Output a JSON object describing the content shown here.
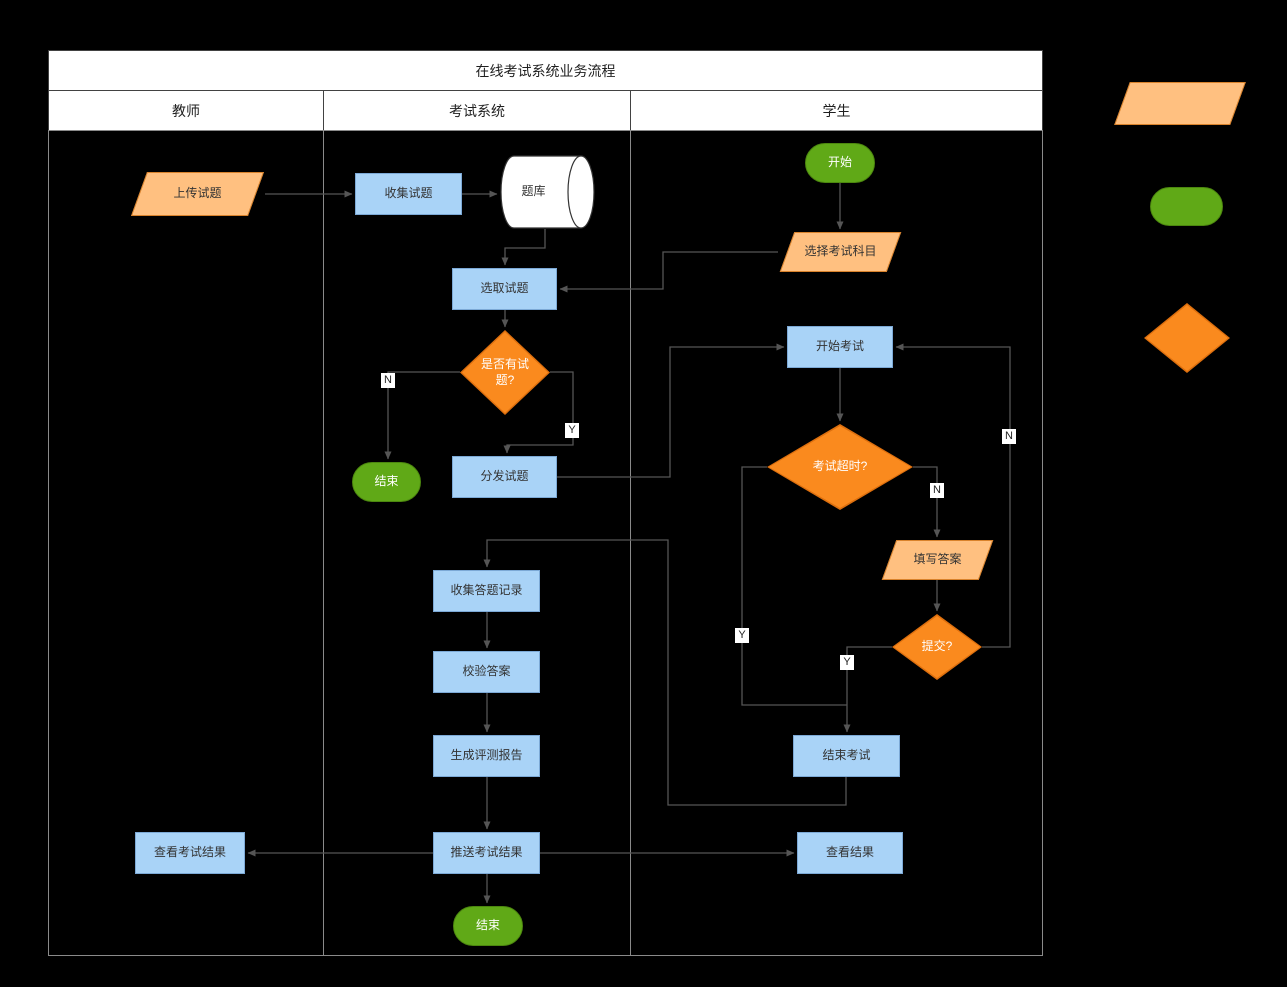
{
  "title": "在线考试系统业务流程",
  "lanes": [
    {
      "label": "教师"
    },
    {
      "label": "考试系统"
    },
    {
      "label": "学生"
    }
  ],
  "nodes": {
    "upload": "上传试题",
    "collect": "收集试题",
    "bank": "题库",
    "select": "选取试题",
    "has_questions": "是否有试题?",
    "teacher_end": "结束",
    "distribute": "分发试题",
    "collect_answers": "收集答题记录",
    "verify": "校验答案",
    "report": "生成评测报告",
    "push": "推送考试结果",
    "system_end": "结束",
    "view_teacher": "查看考试结果",
    "start": "开始",
    "choose_subject": "选择考试科目",
    "start_exam": "开始考试",
    "timeout": "考试超时?",
    "fill_answers": "填写答案",
    "submit": "提交?",
    "end_exam": "结束考试",
    "view_student": "查看结果"
  },
  "branch_labels": {
    "has_questions_n": "N",
    "has_questions_y": "Y",
    "timeout_n": "N",
    "timeout_y": "Y",
    "submit_n": "N",
    "submit_y": "Y"
  },
  "colors": {
    "process_fill": "#A9D3F7",
    "process_border": "#7CA9D6",
    "terminal_fill": "#60A917",
    "terminal_border": "#4C870F",
    "decision_fill": "#FA8A1E",
    "decision_border": "#DD6F0E",
    "io_fill": "#FFC080",
    "io_border": "#D9822B",
    "connector": "#555555"
  }
}
